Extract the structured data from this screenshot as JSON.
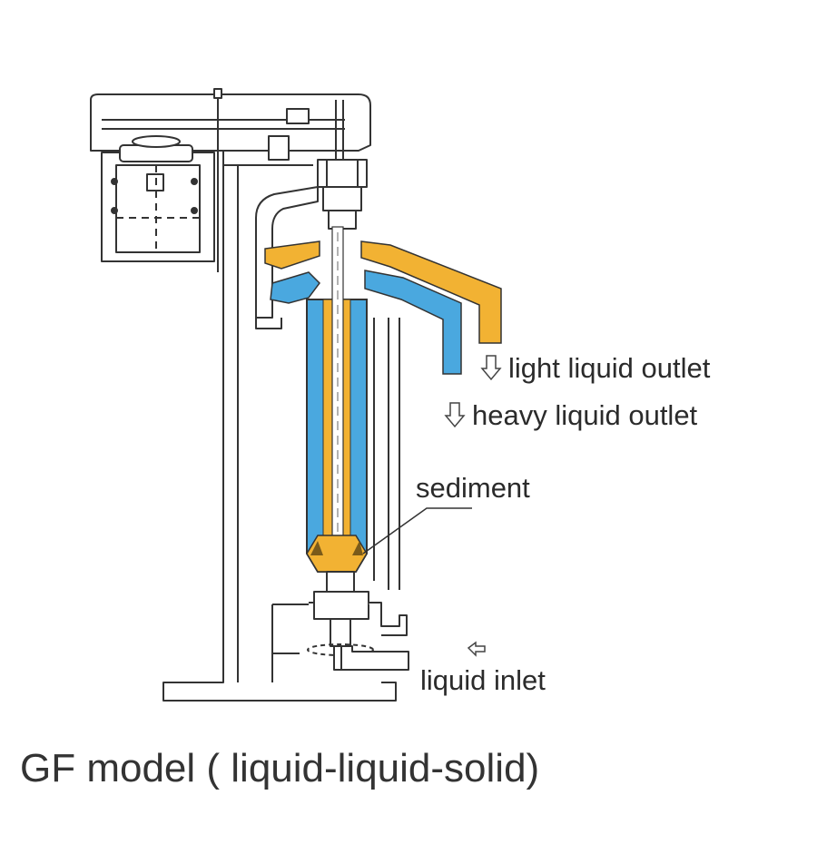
{
  "labels": {
    "light_outlet": "light liquid outlet",
    "heavy_outlet": "heavy liquid outlet",
    "sediment": "sediment",
    "inlet": "liquid inlet"
  },
  "caption": "GF model ( liquid-liquid-solid)",
  "colors": {
    "light_liquid": "#f2b233",
    "heavy_liquid": "#4aa8df",
    "line": "#333333",
    "frame_fill": "#ffffff"
  },
  "icons": {
    "outlet_arrow": "down-arrow-outline-icon",
    "inlet_arrow": "left-arrow-outline-icon"
  }
}
